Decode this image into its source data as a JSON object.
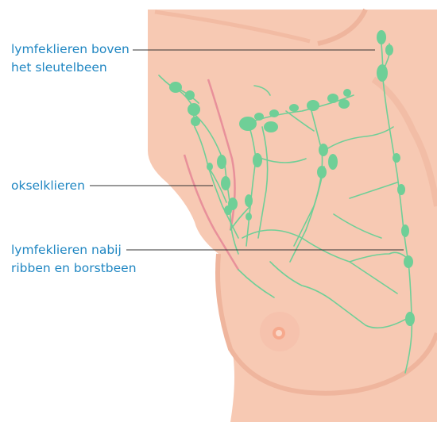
{
  "labels": {
    "supraclavicular": {
      "line1": "lymfeklieren boven",
      "line2": "het sleutelbeen"
    },
    "axillary": {
      "line1": "okselklieren"
    },
    "internal_mammary": {
      "line1": "lymfeklieren nabij",
      "line2": "ribben en borstbeen"
    }
  },
  "colors": {
    "skin": "#f7c9b3",
    "skin_shadow": "#efb59d",
    "contour_line": "#e8909a",
    "lymph_node": "#6fcf97",
    "lymph_vessel": "#6fcf97",
    "nipple": "#f6a98d",
    "label_text": "#1f86c2",
    "leader_line": "#333333"
  }
}
